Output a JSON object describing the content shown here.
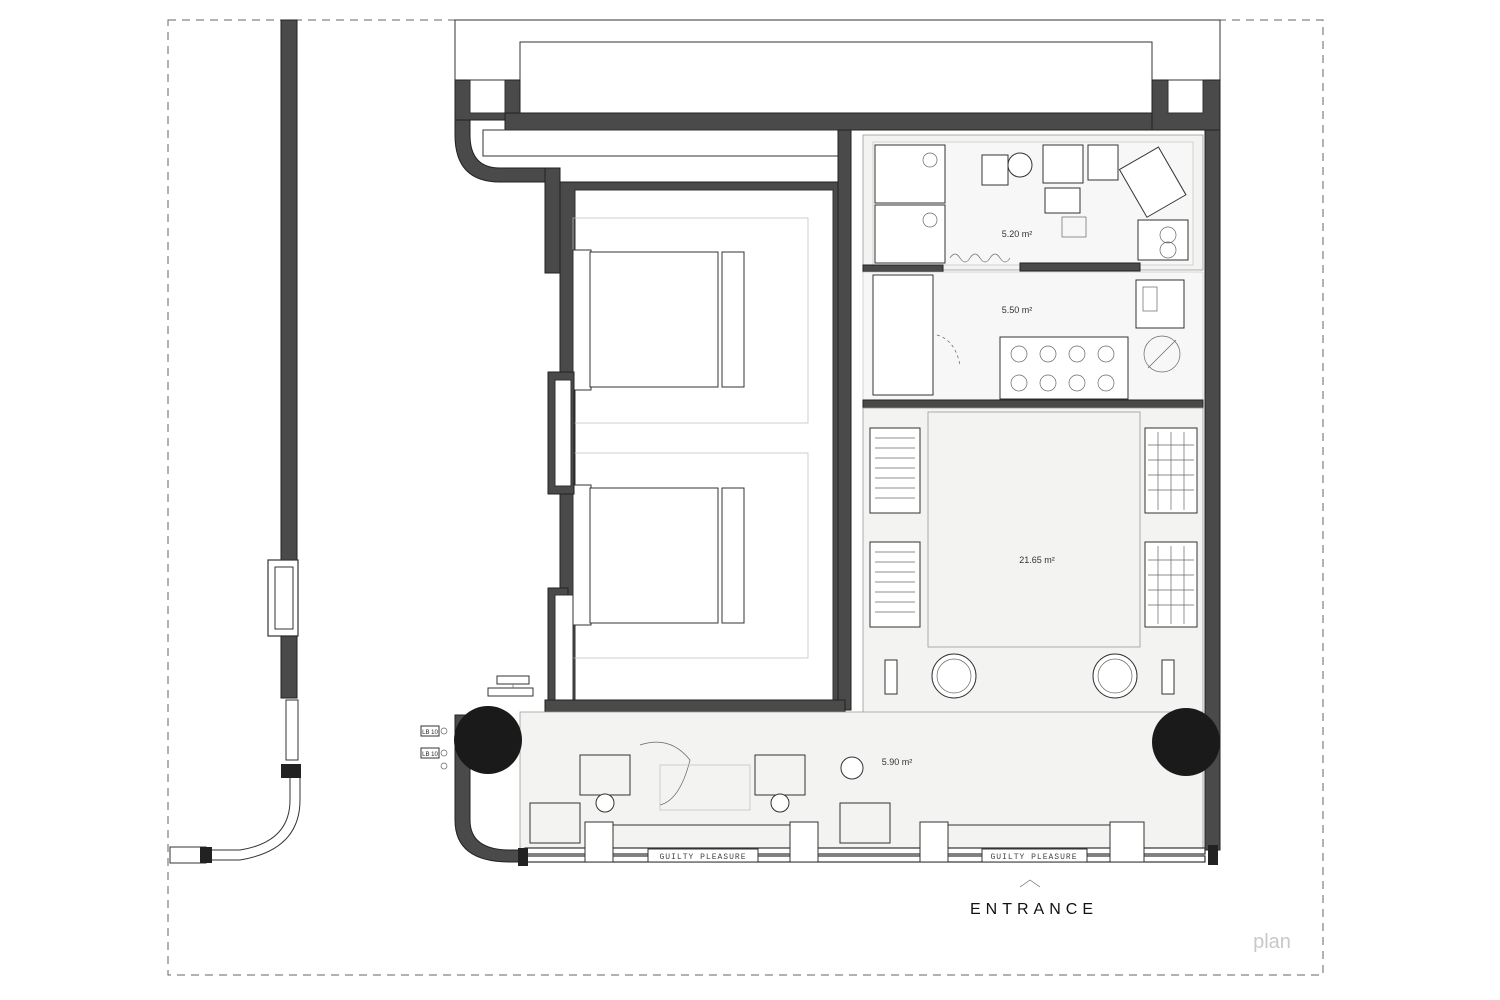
{
  "rooms": [
    {
      "id": "storage",
      "area_label": "5.20 m²"
    },
    {
      "id": "kitchen",
      "area_label": "5.50 m²"
    },
    {
      "id": "shop-floor",
      "area_label": "21.65 m²"
    },
    {
      "id": "front-terrace",
      "area_label": "5.90 m²"
    }
  ],
  "signage": {
    "left": "GUILTY PLEASURE",
    "right": "GUILTY PLEASURE"
  },
  "entrance_label": "ENTRANCE",
  "plan_label": "plan",
  "tags": [
    "LB 10",
    "LB 10"
  ],
  "colors": {
    "wall": "#4a4a4a",
    "column": "#1a1a1a",
    "plan_label": "#c8c8c8"
  }
}
